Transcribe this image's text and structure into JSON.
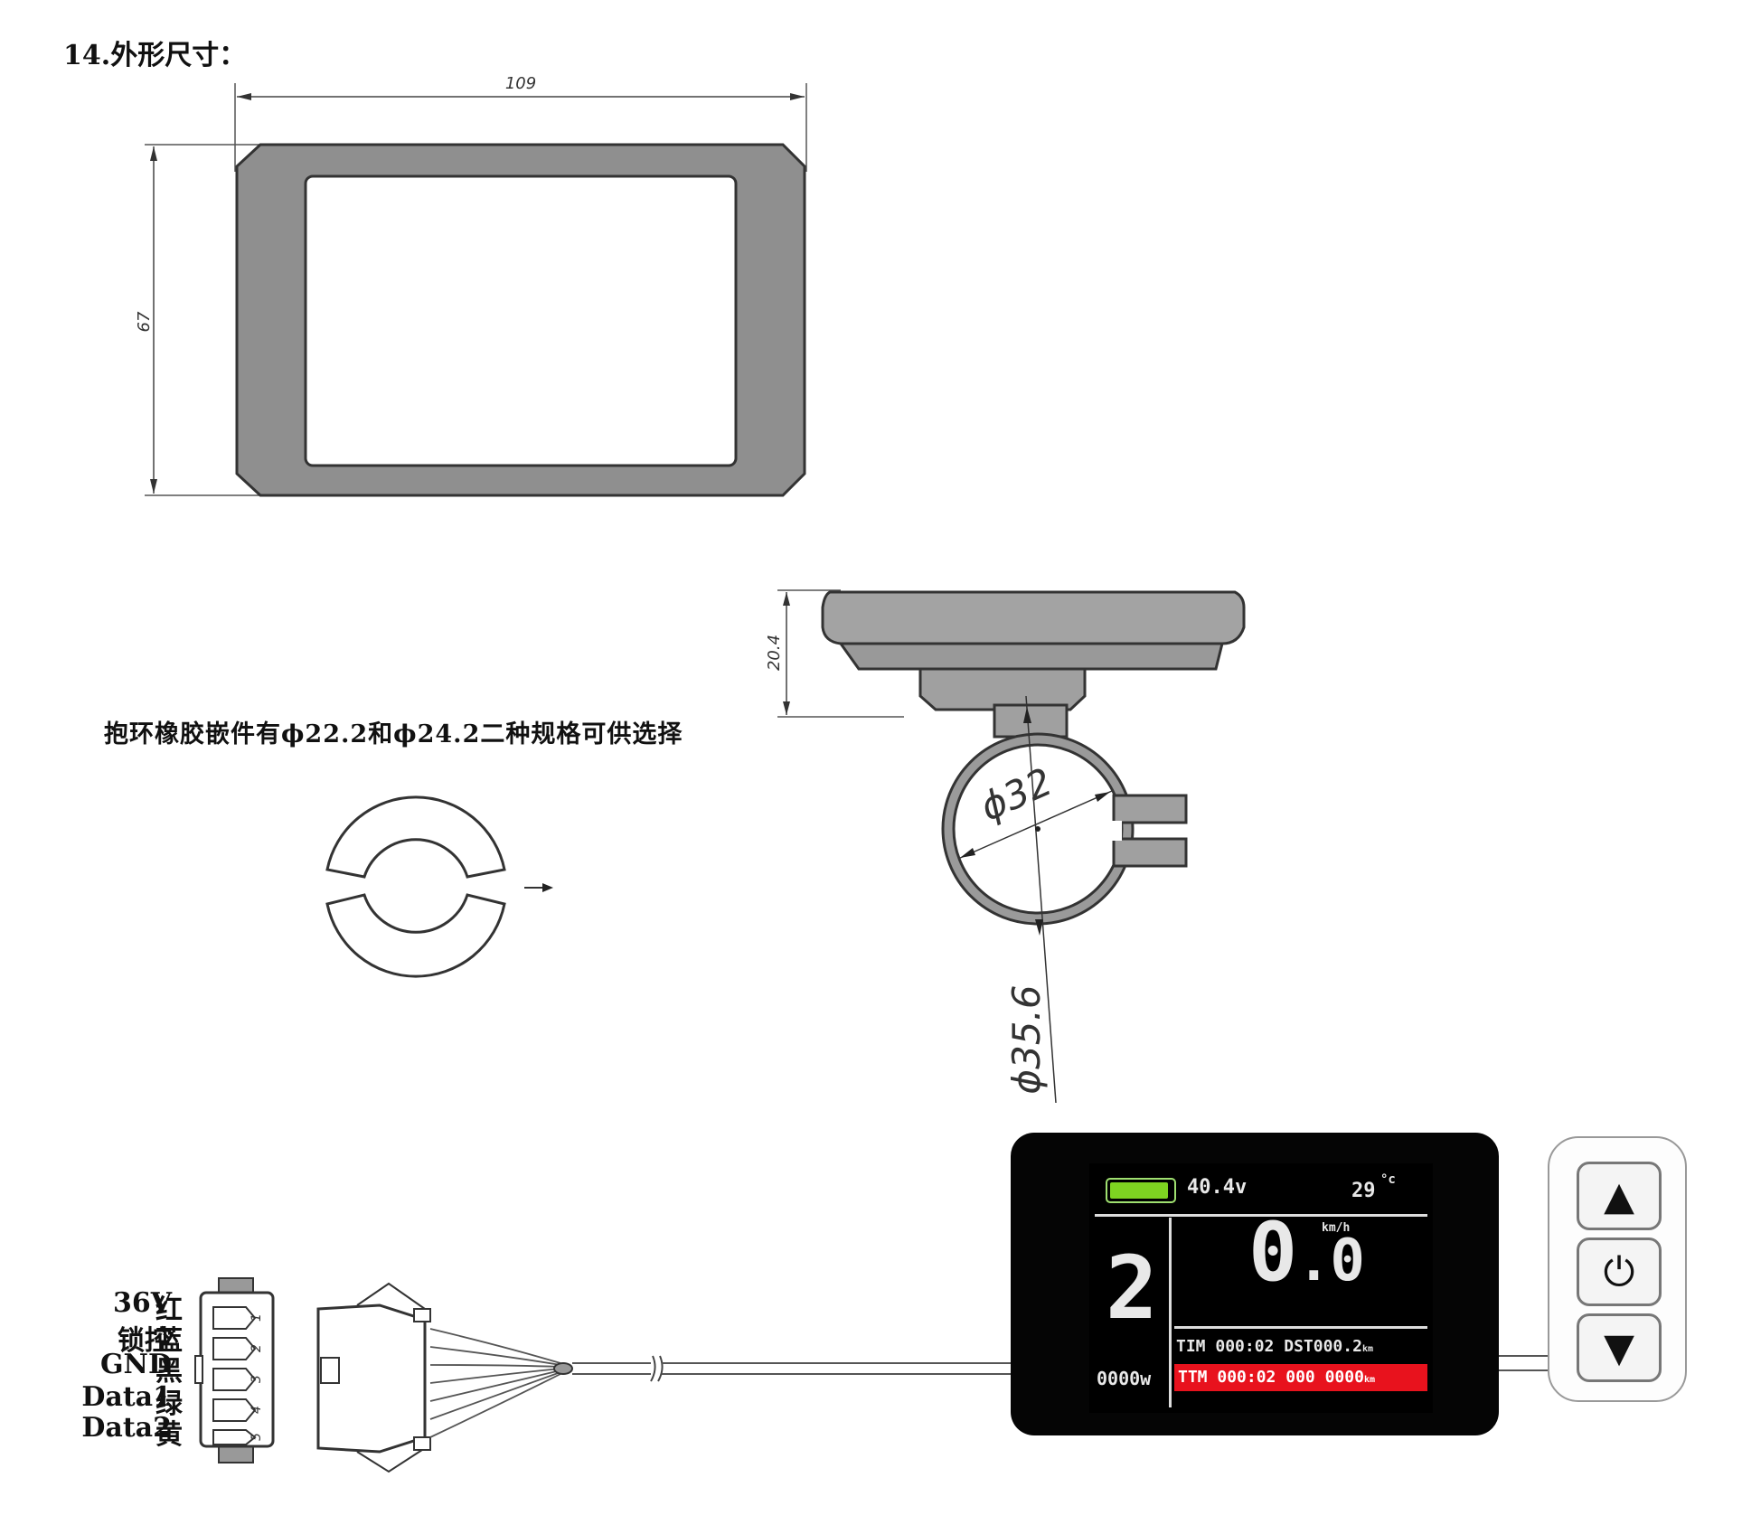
{
  "section": {
    "title": "14.外形尺寸："
  },
  "front_view": {
    "width_label": "109",
    "height_label": "67"
  },
  "side_view": {
    "depth_label": "20.4",
    "clamp_diameter_label": "ϕ32",
    "outer_diameter_label": "ϕ35.6"
  },
  "rubber_note": "抱环橡胶嵌件有ϕ22.2和ϕ24.2二种规格可供选择",
  "connector": {
    "wires": [
      {
        "name": "36V",
        "color": "红",
        "pin": "1"
      },
      {
        "name": "锁控",
        "color": "蓝",
        "pin": "2"
      },
      {
        "name": "GND",
        "color": "黑",
        "pin": "3"
      },
      {
        "name": "Data1",
        "color": "绿",
        "pin": "4"
      },
      {
        "name": "Data2",
        "color": "黄",
        "pin": "5"
      }
    ]
  },
  "display": {
    "battery_level": 1.0,
    "voltage": "40.4v",
    "temperature": "29",
    "temp_unit": "°c",
    "speed_unit": "km/h",
    "speed_int": "0",
    "speed_dot": ".",
    "speed_dec": "0",
    "assist_level": "2",
    "power": "0000w",
    "row1": {
      "tim_label": "TIM",
      "tim_value": "000:02",
      "dst_label": "DST",
      "dst_value": "000.2",
      "dst_unit": "km"
    },
    "row2": {
      "ttm_label": "TTM",
      "ttm_value": "000:02",
      "odo_label": "000",
      "odo_value": "0000",
      "odo_unit": "km"
    },
    "colors": {
      "battery": "#7ed321",
      "highlight_row": "#e8121d"
    }
  },
  "controller": {
    "up_icon": "triangle-up-icon",
    "power_icon": "power-icon",
    "down_icon": "triangle-down-icon"
  }
}
